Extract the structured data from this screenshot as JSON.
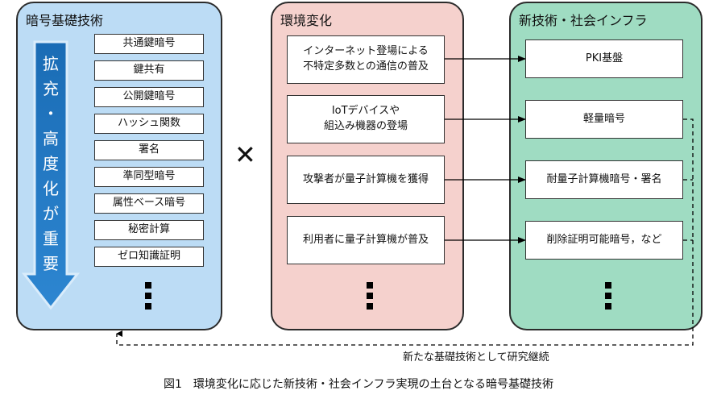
{
  "panels": {
    "basic": {
      "title": "暗号基礎技術"
    },
    "env": {
      "title": "環境変化"
    },
    "new": {
      "title": "新技術・社会インフラ"
    }
  },
  "big_arrow_chars": [
    "拡",
    "充",
    "・",
    "高",
    "度",
    "化",
    "が",
    "重",
    "要"
  ],
  "basic_items": [
    "共通鍵暗号",
    "鍵共有",
    "公開鍵暗号",
    "ハッシュ関数",
    "署名",
    "準同型暗号",
    "属性ベース暗号",
    "秘密計算",
    "ゼロ知識証明"
  ],
  "times_symbol": "✕",
  "env_items": [
    {
      "line1": "インターネット登場による",
      "line2": "不特定多数との通信の普及"
    },
    {
      "line1": "IoTデバイスや",
      "line2": "組込み機器の登場"
    },
    {
      "line1": "攻撃者が量子計算機を獲得",
      "line2": ""
    },
    {
      "line1": "利用者に量子計算機が普及",
      "line2": ""
    }
  ],
  "outputs": [
    "PKI基盤",
    "軽量暗号",
    "耐量子計算機暗号・署名",
    "削除証明可能暗号，など"
  ],
  "feedback_label": "新たな基礎技術として研究継続",
  "caption": "図1　環境変化に応じた新技術・社会インフラ実現の土台となる暗号基礎技術",
  "colors": {
    "basic_panel": "#bcdcf5",
    "env_panel": "#f5d1cd",
    "new_panel": "#9fdcc2",
    "big_arrow": "#1a6cb5"
  }
}
